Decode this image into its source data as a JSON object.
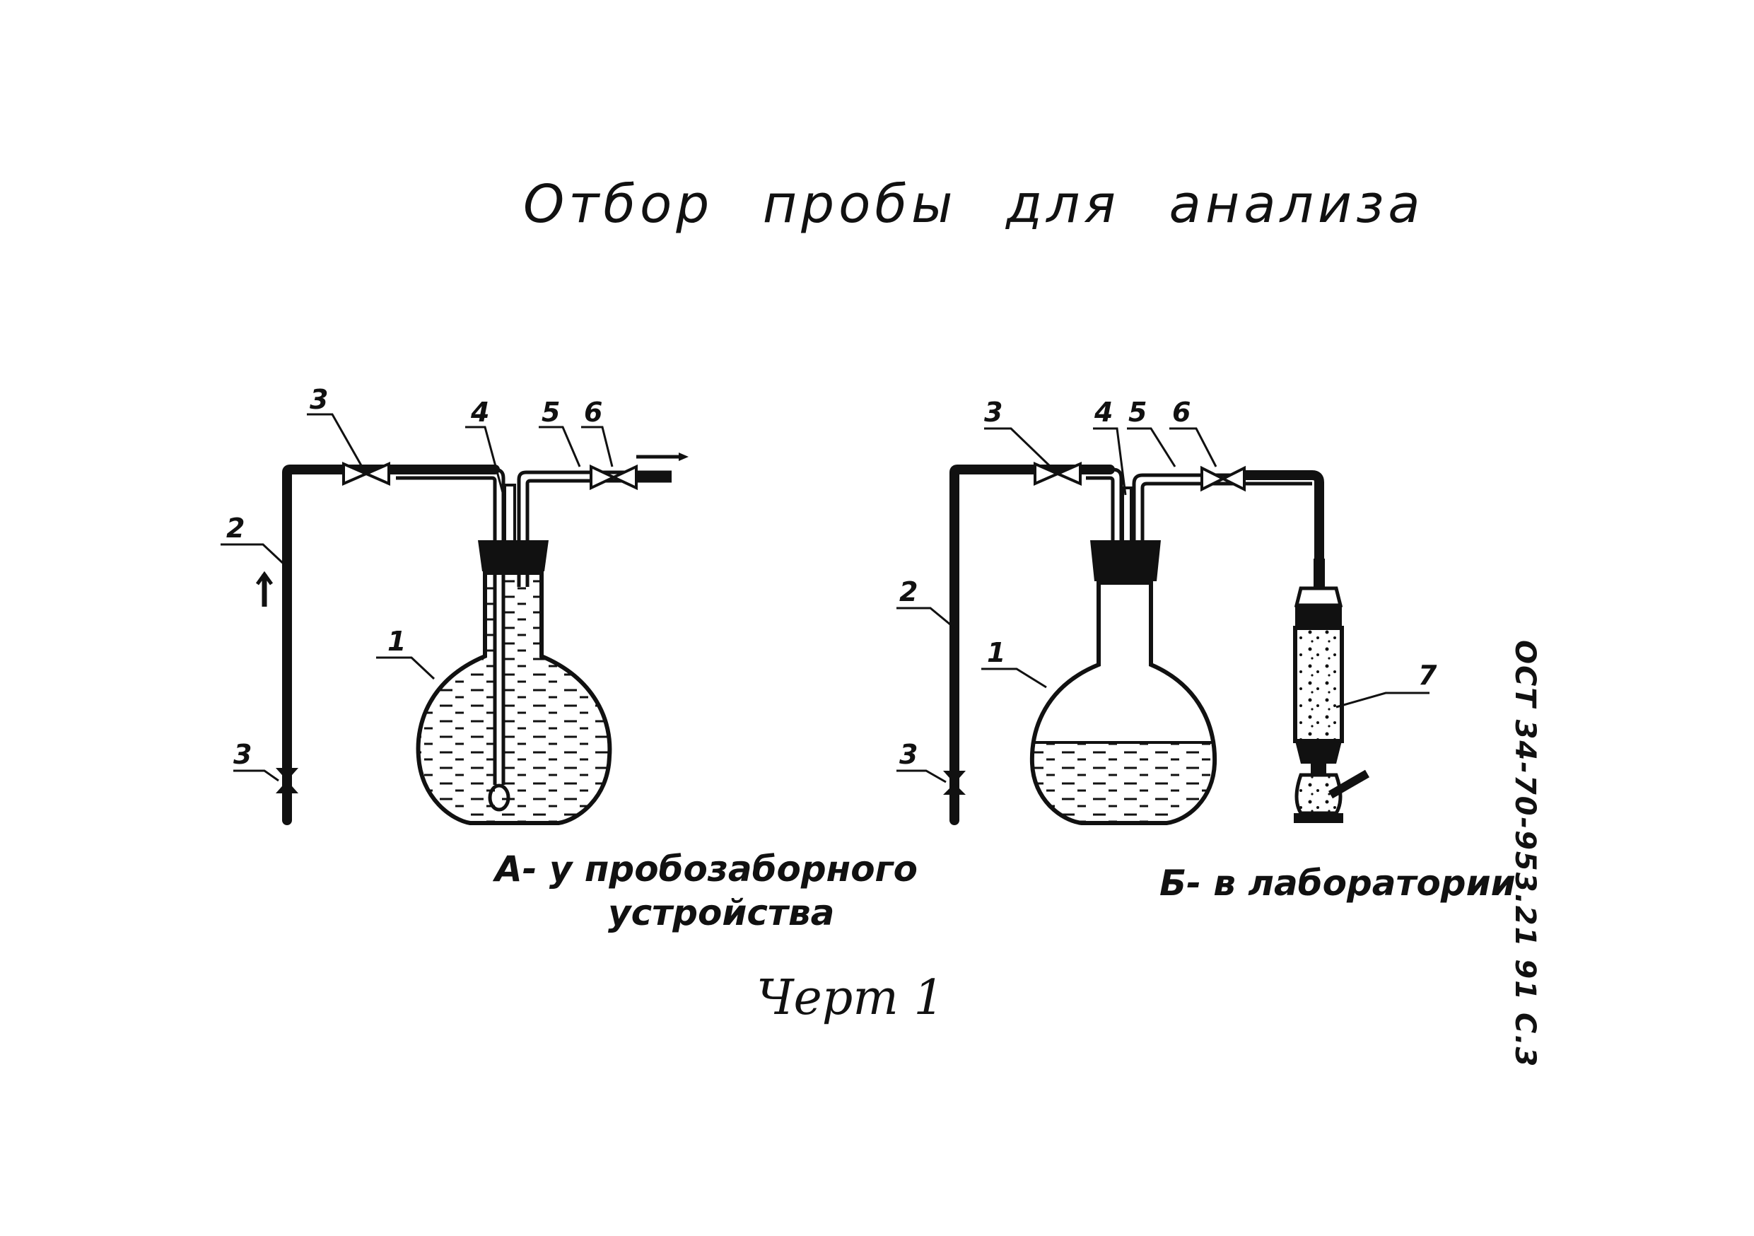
{
  "title": "Отбор пробы для анализа",
  "caption_a_line1": "А- у пробозаборного",
  "caption_a_line2": "устройства",
  "caption_b": "Б- в лаборатории",
  "figure_label": "Черт 1",
  "doc_code": "ОСТ 34-70-953.21 91   С.3",
  "callouts_a": {
    "valve_top": "3",
    "cap_tube": "4",
    "outlet_tube": "5",
    "valve_outlet": "6",
    "pipe": "2",
    "flask": "1",
    "valve_bottom": "3"
  },
  "callouts_b": {
    "valve_top": "3",
    "cap_tube": "4",
    "outlet_tube": "5",
    "valve_outlet": "6",
    "pipe": "2",
    "flask": "1",
    "valve_bottom": "3",
    "absorber": "7"
  },
  "colors": {
    "ink": "#111111",
    "paper": "#ffffff"
  }
}
